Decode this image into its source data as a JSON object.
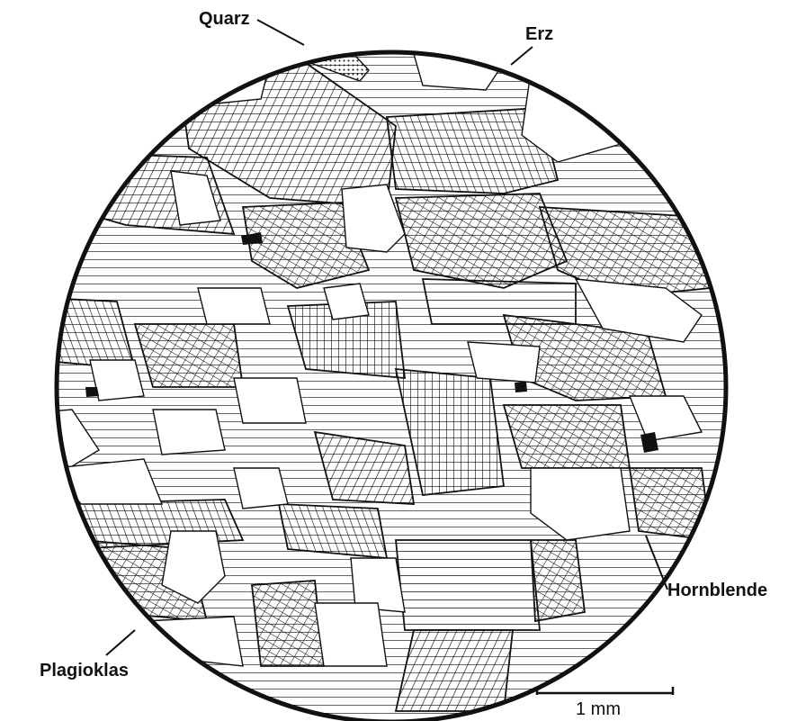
{
  "labels": {
    "quartz": "Quarz",
    "ore": "Erz",
    "hornblende": "Hornblende",
    "plagioclase": "Plagioklas"
  },
  "scale_bar": {
    "label": "1 mm"
  },
  "colors": {
    "ink": "#111111",
    "paper": "#ffffff"
  }
}
